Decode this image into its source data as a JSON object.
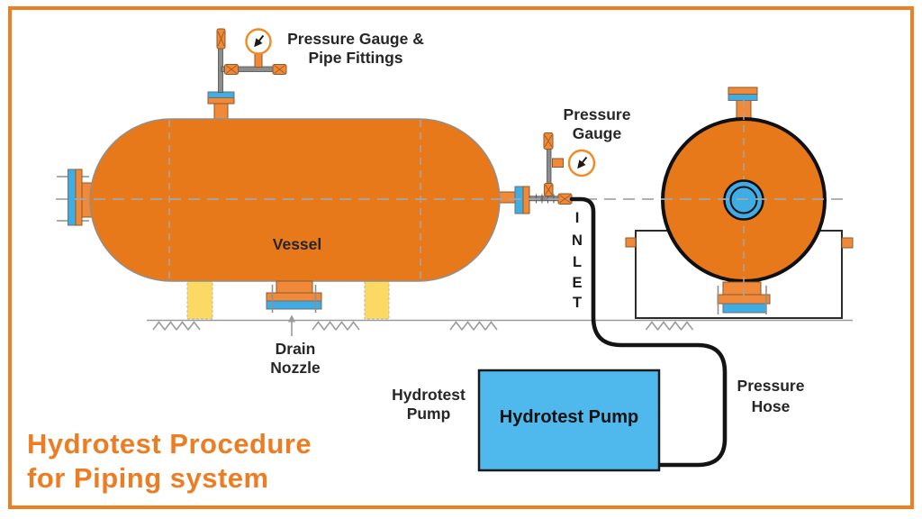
{
  "colors": {
    "vessel_orange": "#E8791A",
    "fitting_orange": "#F1893B",
    "flange_blue": "#3FADE4",
    "pump_blue": "#4FB8EC",
    "leg_yellow": "#FBD963",
    "pipe_gray": "#8C8C8C",
    "line_gray": "#A6A6A6",
    "hose_black": "#141414",
    "outline_black": "#101010",
    "gauge_orange": "#F08A21",
    "frame_orange": "#EF7D22",
    "title_orange": "#ED7D23"
  },
  "title": {
    "line1": "Hydrotest Procedure",
    "line2": "for Piping system"
  },
  "labels": {
    "gauge_fittings_line1": "Pressure Gauge &",
    "gauge_fittings_line2": "Pipe Fittings",
    "pressure_gauge_line1": "Pressure",
    "pressure_gauge_line2": "Gauge",
    "vessel": "Vessel",
    "drain_line1": "Drain",
    "drain_line2": "Nozzle",
    "pump_caption_line1": "Hydrotest",
    "pump_caption_line2": "Pump",
    "pump_box": "Hydrotest Pump",
    "hose_line1": "Pressure",
    "hose_line2": "Hose"
  },
  "inlet": {
    "letters": [
      "I",
      "N",
      "L",
      "E",
      "T"
    ]
  }
}
